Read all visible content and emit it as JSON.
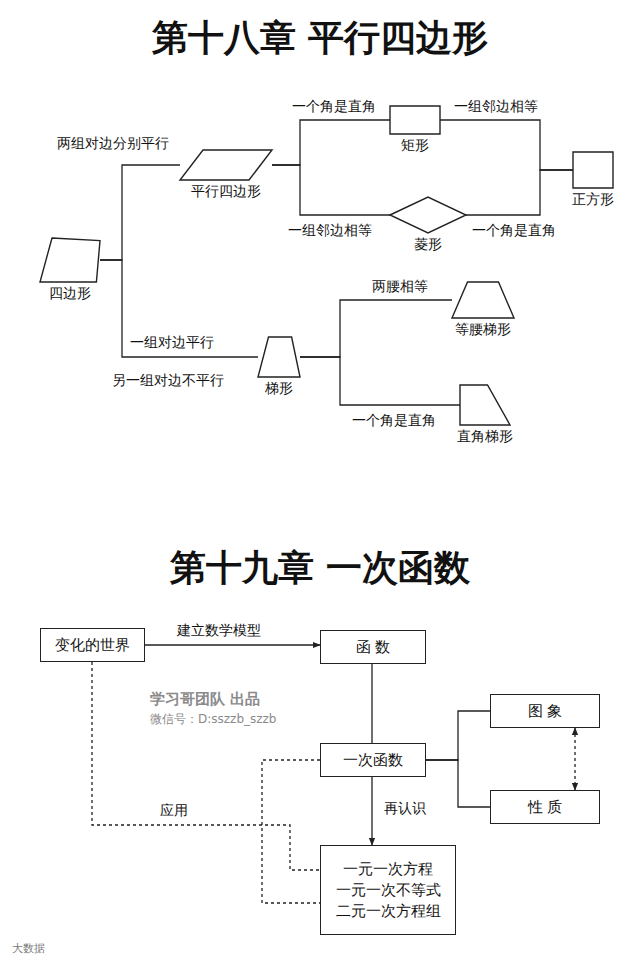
{
  "diagram": {
    "title": "第十八章 平行四边形",
    "nodes": [
      {
        "text": [
          "四边形"
        ]
      },
      {
        "text": [
          "平行四边形"
        ]
      },
      {
        "text": [
          "矩形"
        ]
      },
      {
        "text": [
          "菱形"
        ]
      },
      {
        "text": [
          "正方形"
        ]
      },
      {
        "text": [
          "梯形"
        ]
      },
      {
        "text": [
          "等腰梯形"
        ]
      },
      {
        "text": [
          "直角梯形"
        ]
      },
      {
        "text": [
          "变化的世界"
        ]
      },
      {
        "text": [
          "函  数"
        ]
      },
      {
        "text": [
          "一次函数"
        ]
      },
      {
        "text": [
          "图  象"
        ]
      },
      {
        "text": [
          "性  质"
        ]
      },
      {
        "text": [
          "一元一次方程",
          "一元一次不等式",
          "二元一次方程组"
        ]
      }
    ],
    "edges": [
      {
        "from": 0,
        "to": 1,
        "arrow": "none",
        "label": "两组对边分别平行"
      },
      {
        "from": 0,
        "to": 5,
        "arrow": "none",
        "label": "一组对边平行"
      },
      {
        "from": 1,
        "to": 2,
        "arrow": "none",
        "label": "一个角是直角"
      },
      {
        "from": 1,
        "to": 3,
        "arrow": "none",
        "label": "一组邻边相等"
      },
      {
        "from": 2,
        "to": 4,
        "arrow": "none",
        "label": "一组邻边相等"
      },
      {
        "from": 3,
        "to": 4,
        "arrow": "none",
        "label": "一个角是直角"
      },
      {
        "from": 5,
        "to": 6,
        "arrow": "none",
        "label": "两腰相等"
      },
      {
        "from": 5,
        "to": 7,
        "arrow": "none",
        "label": "一个角是直角"
      },
      {
        "from": 8,
        "to": 9,
        "arrow": "to",
        "label": "建立数学模型"
      },
      {
        "from": 9,
        "to": 10,
        "arrow": "none"
      },
      {
        "from": 10,
        "to": 11,
        "arrow": "none"
      },
      {
        "from": 10,
        "to": 12,
        "arrow": "none"
      },
      {
        "from": 11,
        "to": 12,
        "arrow": "both"
      },
      {
        "from": 10,
        "to": 13,
        "arrow": "to",
        "label": "再认识"
      },
      {
        "from": 8,
        "to": 13,
        "arrow": "none",
        "label": "应用"
      },
      {
        "from": 10,
        "to": 13,
        "arrow": "none"
      }
    ],
    "labels": [
      "第十九章 一次函数",
      "另一组对边不平行",
      "学习哥团队 出品",
      "微信号：D:sszzb_szzb",
      "大数据"
    ]
  }
}
